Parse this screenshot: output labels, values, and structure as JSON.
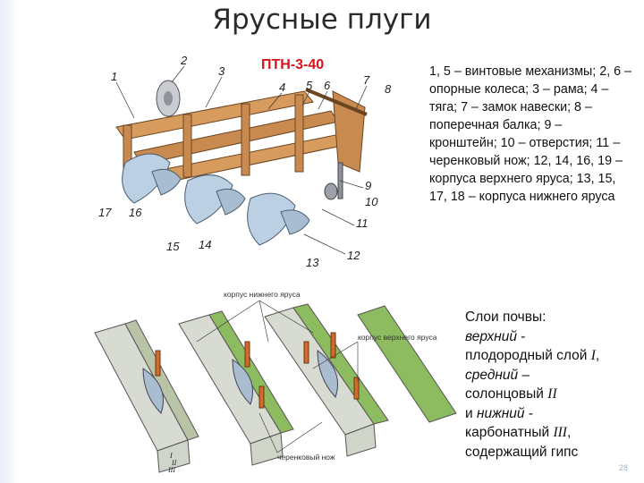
{
  "slide": {
    "title": "Ярусные плуги",
    "subtitle": "ПТН-3-40",
    "legend": "1, 5 – винтовые механизмы; 2, 6 – опорные колеса; 3 – рама; 4 – тяга; 7 – замок навески; 8 – поперечная балка; 9 – кронштейн; 10 – отверстия; 11 – черенковый нож; 12, 14, 16, 19 – корпуса верхнего яруса; 13, 15, 17, 18 – корпуса нижнего яруса",
    "page_number": "28"
  },
  "plow_diagram": {
    "callouts": [
      "1",
      "2",
      "3",
      "4",
      "5",
      "6",
      "7",
      "8",
      "9",
      "10",
      "11",
      "12",
      "13",
      "14",
      "15",
      "16",
      "17"
    ]
  },
  "soil_diagram": {
    "label_lower": "корпус нижнего яруса",
    "label_upper": "корпус верхнего яруса",
    "label_knife": "черенковый нож",
    "roman": [
      "I",
      "II",
      "III"
    ]
  },
  "layers": {
    "heading": "Слои почвы",
    "colon": ":",
    "upper_name": "верхний",
    "dash1": " -",
    "upper_desc": "плодородный слой ",
    "r1": "I",
    "comma1": ",",
    "middle_name": "средний",
    "dash2": " –",
    "middle_desc": "солонцовый ",
    "r2": "II",
    "and": "и ",
    "lower_name": "нижний",
    "dash3": " -",
    "lower_desc": "карбонатный ",
    "r3": "III",
    "comma2": ",",
    "tail": "содержащий гипс"
  }
}
